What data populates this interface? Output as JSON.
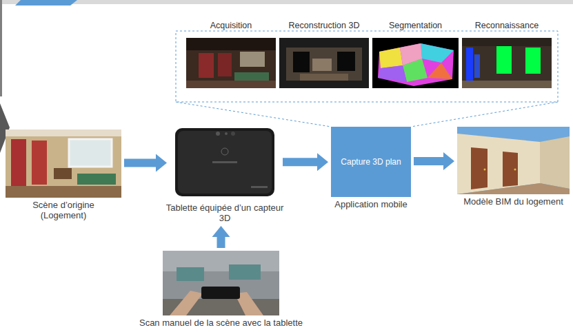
{
  "diagram": {
    "nodes": [
      {
        "text": [
          "Acquisition"
        ]
      },
      {
        "text": [
          "Reconstruction 3D"
        ]
      },
      {
        "text": [
          "Segmentation"
        ]
      },
      {
        "text": [
          "Reconnaissance"
        ]
      },
      {
        "text": [
          "Scène d’origine (Logement)"
        ]
      },
      {
        "text": [
          "Tablette équipée d’un capteur 3D"
        ]
      },
      {
        "text": [
          "Capture 3D plan",
          "Application mobile"
        ]
      },
      {
        "text": [
          "Modèle BIM du logement"
        ]
      },
      {
        "text": [
          "Scan manuel de la scène avec la tablette"
        ]
      }
    ],
    "edges": [
      {
        "from": 4,
        "to": 5,
        "arrow": "to"
      },
      {
        "from": 5,
        "to": 6,
        "arrow": "to"
      },
      {
        "from": 6,
        "to": 7,
        "arrow": "to"
      },
      {
        "from": 8,
        "to": 5,
        "arrow": "to"
      }
    ]
  }
}
